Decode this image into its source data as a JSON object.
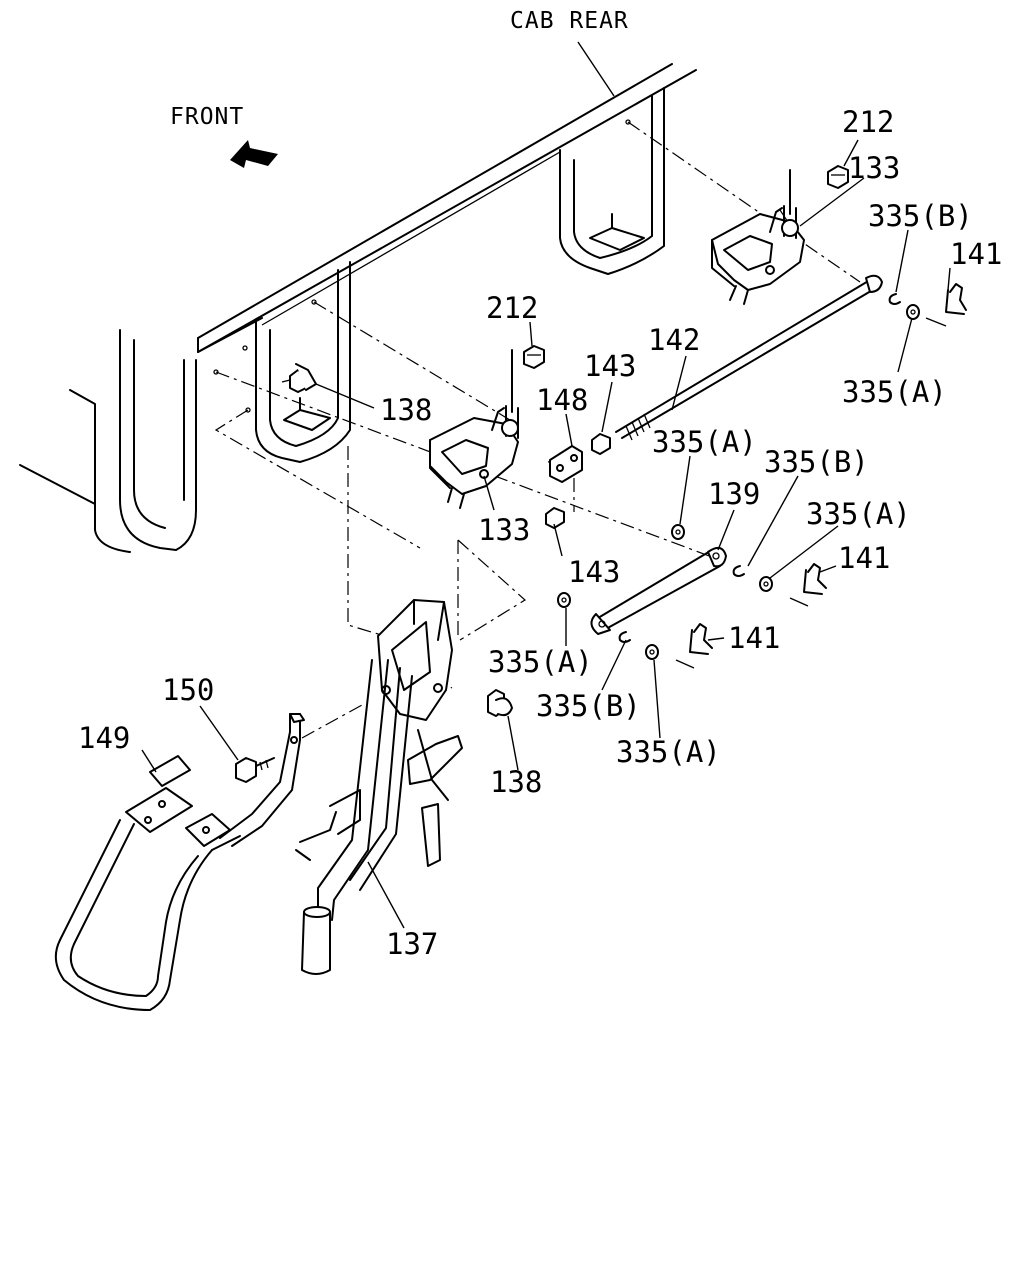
{
  "labels": {
    "cab_rear": "CAB REAR",
    "front": "FRONT",
    "p212_a": "212",
    "p133_a": "133",
    "p335b_a": "335(B)",
    "p141_a": "141",
    "p335a_a": "335(A)",
    "p212_b": "212",
    "p142": "142",
    "p143_a": "143",
    "p148": "148",
    "p138_a": "138",
    "p335a_b": "335(A)",
    "p335b_b": "335(B)",
    "p139": "139",
    "p335a_c": "335(A)",
    "p133_b": "133",
    "p141_b": "141",
    "p143_b": "143",
    "p141_c": "141",
    "p335a_d": "335(A)",
    "p335b_c": "335(B)",
    "p150": "150",
    "p149": "149",
    "p138_b": "138",
    "p335a_e": "335(A)",
    "p137": "137"
  }
}
